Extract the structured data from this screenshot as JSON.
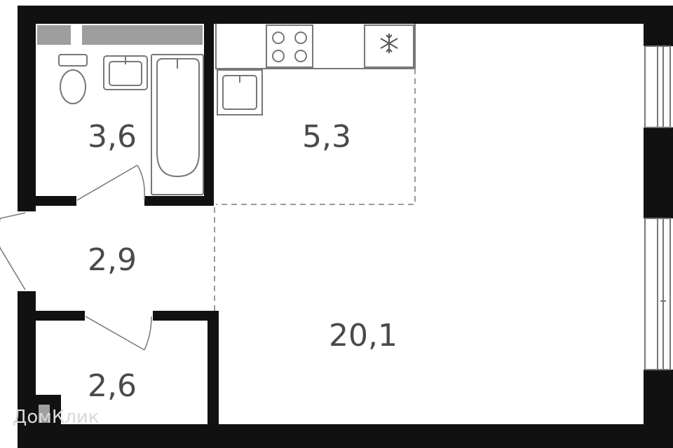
{
  "plan": {
    "rooms": [
      {
        "id": "bathroom",
        "area": "3,6"
      },
      {
        "id": "kitchen",
        "area": "5,3"
      },
      {
        "id": "hallway",
        "area": "2,9"
      },
      {
        "id": "storage",
        "area": "2,6"
      },
      {
        "id": "living",
        "area": "20,1"
      }
    ],
    "watermark": "ДомКлик",
    "colors": {
      "wall": "#111111",
      "fixture": "#777777",
      "label": "#4a4a4a",
      "vent": "#9e9e9e"
    },
    "icons": [
      "toilet-icon",
      "sink-icon",
      "bathtub-icon",
      "stove-icon",
      "kitchen-sink-icon",
      "fridge-snowflake-icon",
      "window-icon",
      "door-icon"
    ]
  }
}
